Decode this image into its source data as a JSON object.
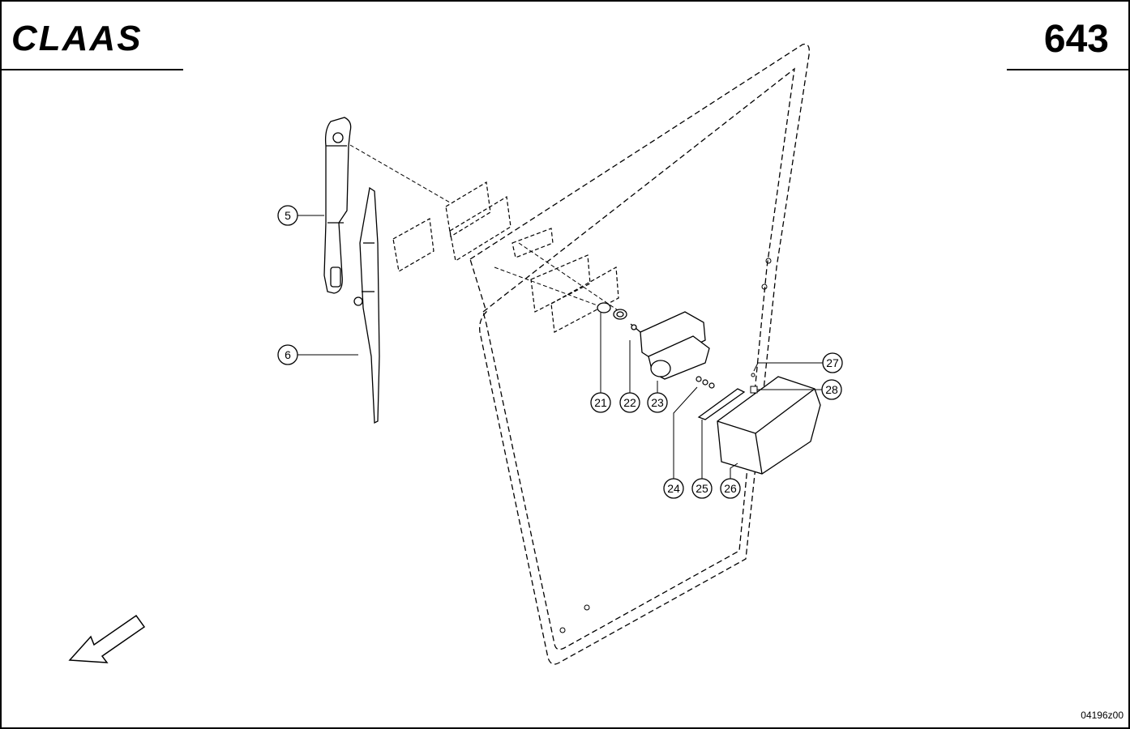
{
  "header": {
    "brand": "CLAAS",
    "page_number": "643"
  },
  "footer": {
    "drawing_id": "04196z00"
  },
  "callouts": [
    {
      "id": "c5",
      "label": "5"
    },
    {
      "id": "c6",
      "label": "6"
    },
    {
      "id": "c21",
      "label": "21"
    },
    {
      "id": "c22",
      "label": "22"
    },
    {
      "id": "c23",
      "label": "23"
    },
    {
      "id": "c24",
      "label": "24"
    },
    {
      "id": "c25",
      "label": "25"
    },
    {
      "id": "c26",
      "label": "26"
    },
    {
      "id": "c27",
      "label": "27"
    },
    {
      "id": "c28",
      "label": "28"
    }
  ]
}
